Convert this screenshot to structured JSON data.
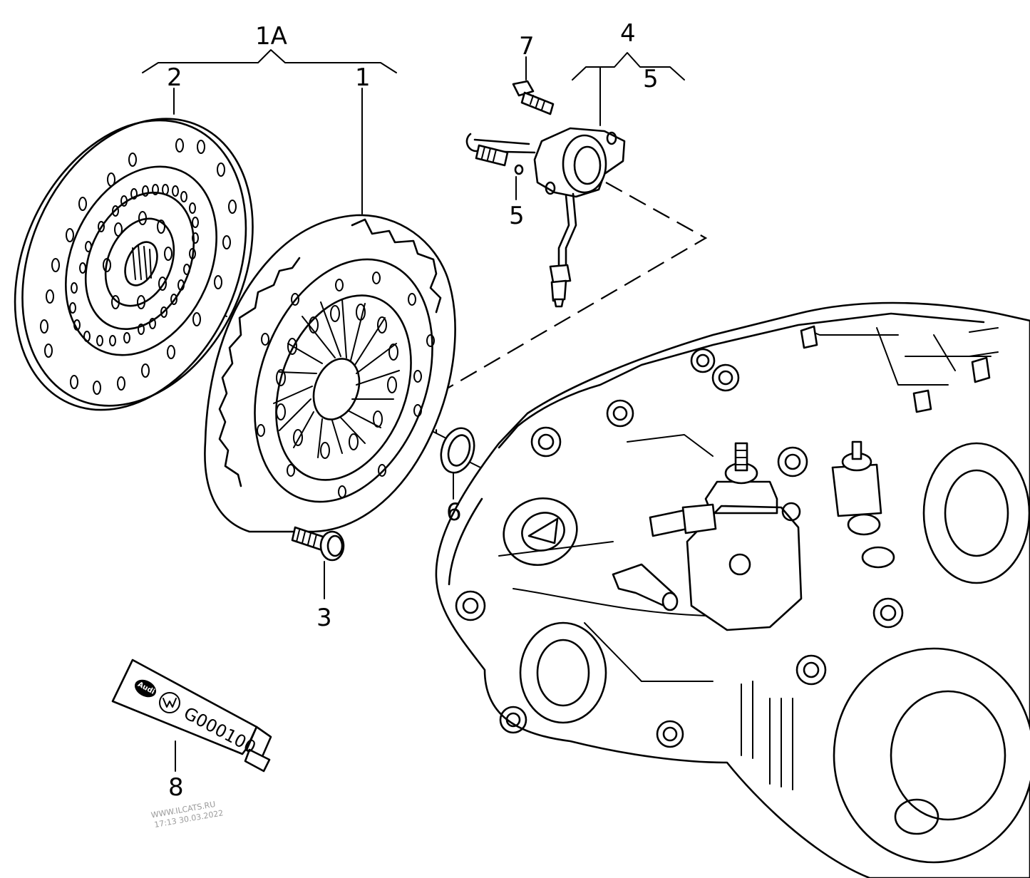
{
  "callouts": {
    "c1A": "1A",
    "c1": "1",
    "c2": "2",
    "c3": "3",
    "c4": "4",
    "c5_top": "5",
    "c5_side": "5",
    "c6": "6",
    "c7": "7",
    "c8": "8"
  },
  "tube": {
    "part_number": "G000100",
    "logo_left": "Audi",
    "logo_right": "VW"
  },
  "watermark": {
    "line1": "WWW.ILCATS.RU",
    "line2": "17:13 30.03.2022"
  }
}
